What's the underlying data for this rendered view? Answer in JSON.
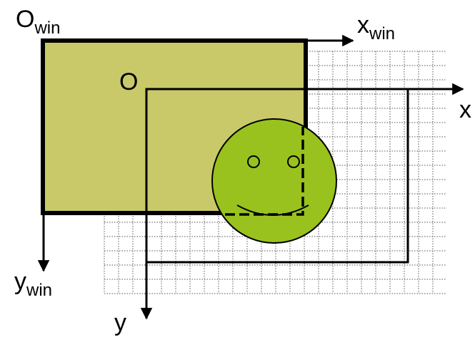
{
  "labels": {
    "window_origin": {
      "main": "O",
      "sub": "win"
    },
    "window_x_axis": {
      "main": "x",
      "sub": "win"
    },
    "window_y_axis": {
      "main": "y",
      "sub": "win"
    },
    "origin": "O",
    "x_axis": "x",
    "y_axis": "y"
  },
  "colors": {
    "window_fill": "#c9c96a",
    "smiley_fill": "#99c21f",
    "grid_line": "#555555",
    "stroke": "#000000"
  },
  "icons": {
    "smiley": "smiley-face"
  }
}
